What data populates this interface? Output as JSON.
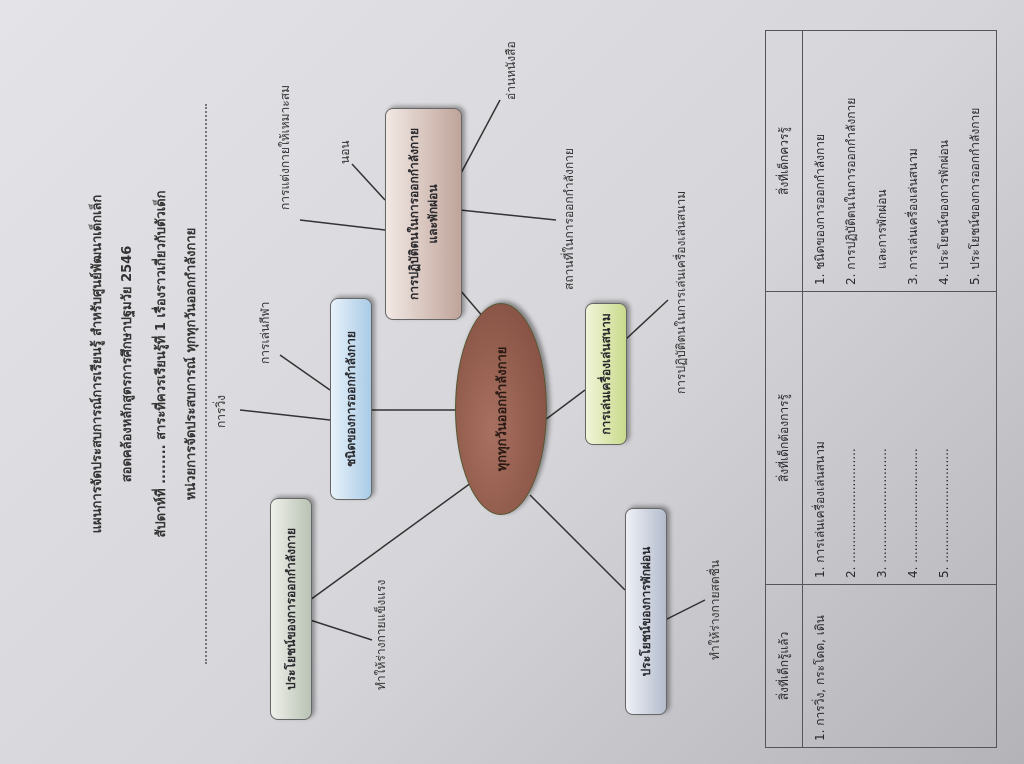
{
  "header": {
    "line1": "แผนการจัดประสบการณ์การเรียนรู้ สำหรับศูนย์พัฒนาเด็กเล็ก",
    "line2": "สอดคล้องหลักสูตรการศึกษาปฐมวัย 2546",
    "line3": "สัปดาห์ที่ ........ สาระที่ควรเรียนรู้ที่ 1 เรื่องราวเกี่ยวกับตัวเด็ก",
    "line4": "หน่วยการจัดประสบการณ์ ทุกทุกวันออกกำลังกาย"
  },
  "mindmap": {
    "center": "ทุกทุกวันออกกำลังกาย",
    "types": {
      "title": "ชนิดของการออกกำลังกาย",
      "items": [
        "การวิ่ง",
        "การเล่นกีฬา"
      ]
    },
    "exercise_benefit": {
      "title": "ประโยชน์ของการออกกำลังกาย",
      "items": [
        "ทำให้ร่างกายแข็งแรง"
      ]
    },
    "rest_benefit": {
      "title": "ประโยชน์ของการพักผ่อน",
      "items": [
        "ทำให้ร่างกายสดชื่น"
      ]
    },
    "playground": {
      "title": "การเล่นเครื่องเล่นสนาม",
      "items": [
        "การปฏิบัติตนในการเล่นเครื่องเล่นสนาม"
      ]
    },
    "practice": {
      "title_1": "การปฏิบัติตนในการออกกำลังกาย",
      "title_2": "และพักผ่อน",
      "items": [
        "การแต่งกายให้เหมาะสม",
        "นอน",
        "อ่านหนังสือ",
        "สถานที่ในการออกกำลังกาย"
      ]
    }
  },
  "table": {
    "headers": [
      "สิ่งที่เด็กรู้แล้ว",
      "สิ่งที่เด็กต้องการรู้",
      "สิ่งที่เด็กควรรู้"
    ],
    "known": [
      "1. การวิ่ง, กระโดด, เดิน"
    ],
    "want": [
      "1. การเล่นเครื่องเล่นสนาม",
      "2. ..............................",
      "3. ..............................",
      "4. ..............................",
      "5. .............................."
    ],
    "should": [
      "1. ชนิดของการออกกำลังกาย",
      "2. การปฏิบัติตนในการออกกำลังกาย",
      "และการพักผ่อน",
      "3. การเล่นเครื่องเล่นสนาม",
      "4. ประโยชน์ของการพักผ่อน",
      "5. ประโยชน์ของการออกกำลังกาย"
    ]
  }
}
